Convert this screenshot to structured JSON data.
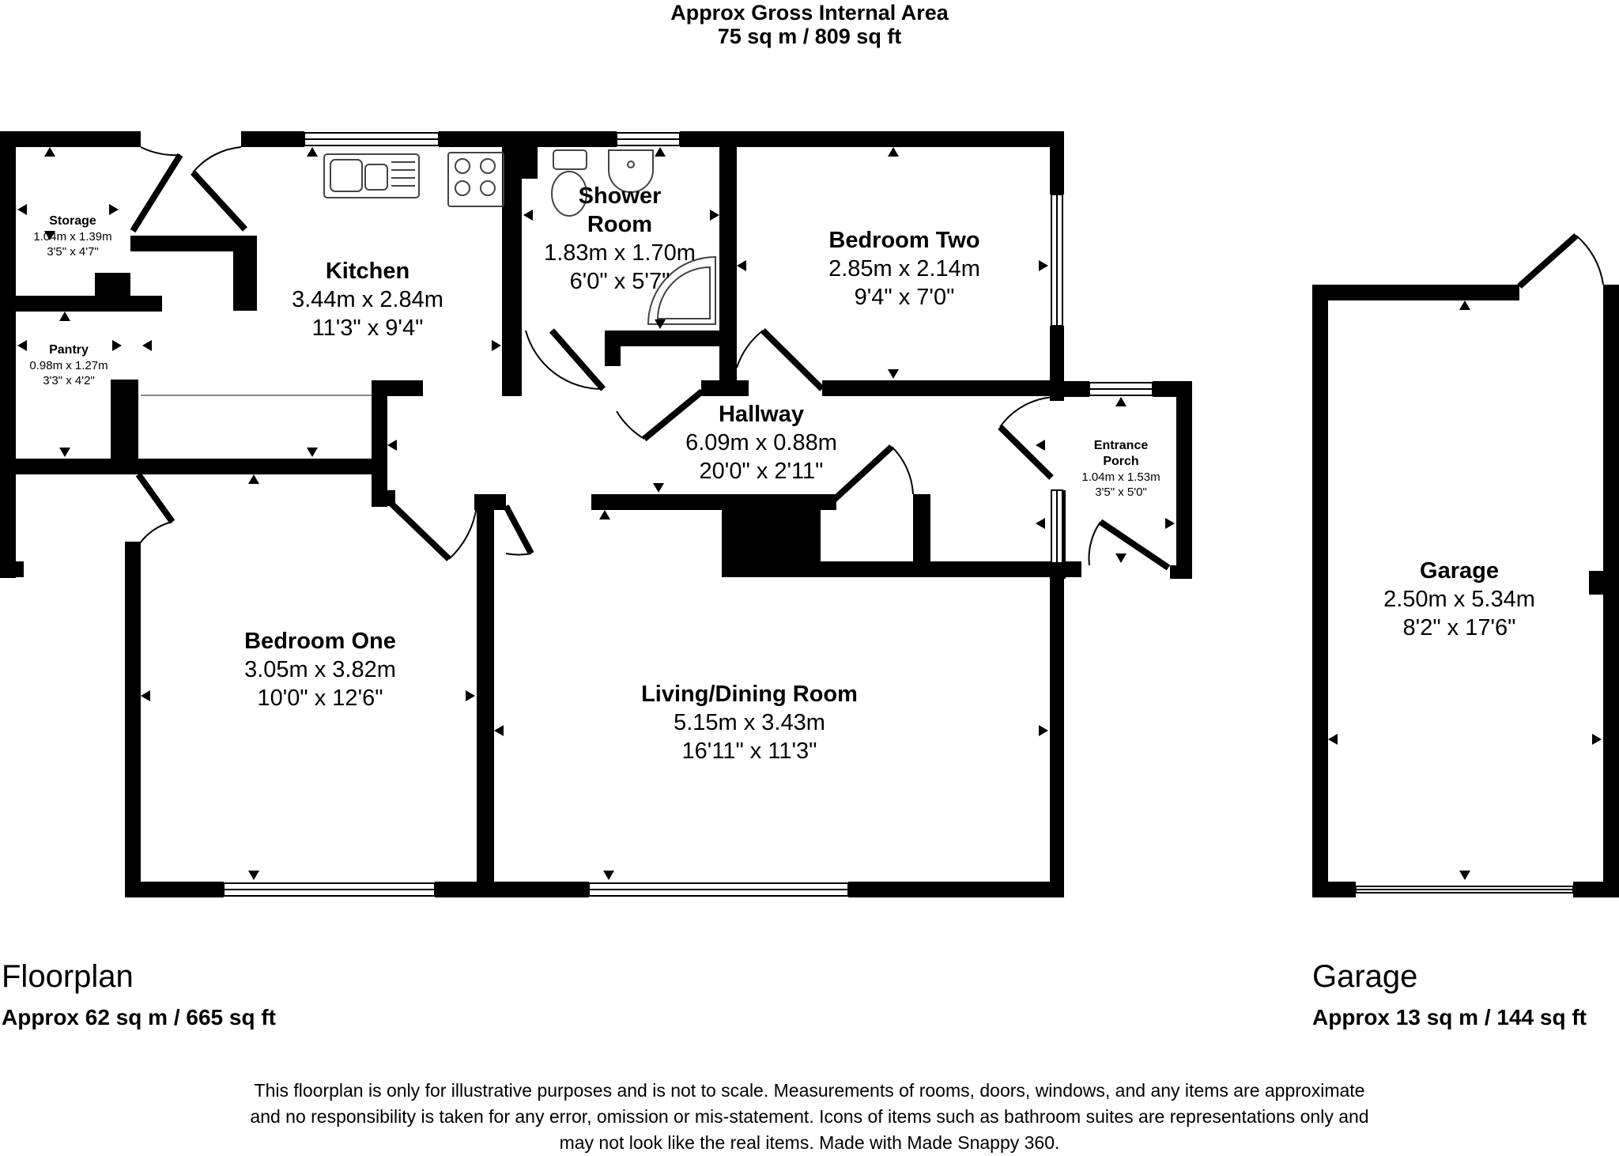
{
  "header": {
    "line1": "Approx Gross Internal Area",
    "line2": "75 sq m / 809 sq ft"
  },
  "rooms": {
    "storage": {
      "name": "Storage",
      "metric": "1.04m x 1.39m",
      "imperial": "3'5\" x 4'7\""
    },
    "pantry": {
      "name": "Pantry",
      "metric": "0.98m x 1.27m",
      "imperial": "3'3\" x 4'2\""
    },
    "kitchen": {
      "name": "Kitchen",
      "metric": "3.44m x 2.84m",
      "imperial": "11'3\" x 9'4\""
    },
    "shower_room": {
      "name_line1": "Shower",
      "name_line2": "Room",
      "metric": "1.83m x 1.70m",
      "imperial": "6'0\" x 5'7\""
    },
    "bedroom_two": {
      "name": "Bedroom Two",
      "metric": "2.85m x 2.14m",
      "imperial": "9'4\" x 7'0\""
    },
    "hallway": {
      "name": "Hallway",
      "metric": "6.09m x 0.88m",
      "imperial": "20'0\" x 2'11\""
    },
    "entrance_porch": {
      "name_line1": "Entrance",
      "name_line2": "Porch",
      "metric": "1.04m x 1.53m",
      "imperial": "3'5\" x 5'0\""
    },
    "bedroom_one": {
      "name": "Bedroom One",
      "metric": "3.05m x 3.82m",
      "imperial": "10'0\" x 12'6\""
    },
    "living_dining": {
      "name": "Living/Dining Room",
      "metric": "5.15m x 3.43m",
      "imperial": "16'11\" x 11'3\""
    },
    "garage": {
      "name": "Garage",
      "metric": "2.50m x 5.34m",
      "imperial": "8'2\" x 17'6\""
    }
  },
  "sections": {
    "floorplan": {
      "title": "Floorplan",
      "area": "Approx 62 sq m / 665 sq ft"
    },
    "garage": {
      "title": "Garage",
      "area": "Approx 13 sq m / 144 sq ft"
    }
  },
  "disclaimer": {
    "line1": "This floorplan is only for illustrative purposes and is not to scale. Measurements of rooms, doors, windows, and any items are approximate",
    "line2": "and no responsibility is taken for any error, omission or mis-statement. Icons of items such as bathroom suites are representations only and",
    "line3": "may not look like the real items. Made with Made Snappy 360."
  },
  "colors": {
    "wall": "#000000",
    "background": "#ffffff",
    "fixture": "#444444"
  }
}
